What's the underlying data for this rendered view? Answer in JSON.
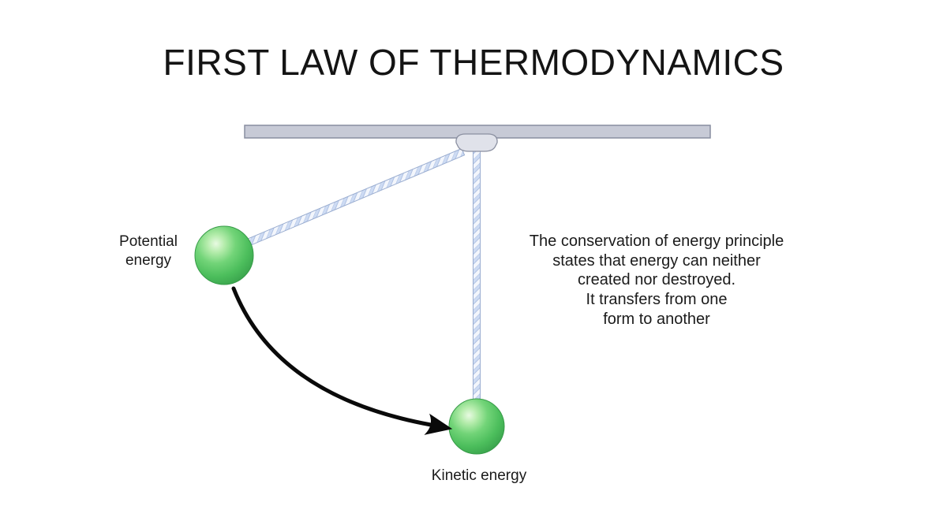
{
  "title": "FIRST LAW OF THERMODYNAMICS",
  "diagram": {
    "labels": {
      "potential": "Potential\nenergy",
      "kinetic": "Kinetic energy"
    },
    "description": "The conservation of energy principle\nstates that energy can neither\ncreated nor destroyed.\nIt transfers from one\nform to another",
    "colors": {
      "bar_fill": "#c7cad6",
      "bar_border": "#898ea0",
      "pivot_fill": "#e0e2ea",
      "pivot_border": "#8a8fa0",
      "rope_stripe": "#cddbf3",
      "rope_background": "#f3f6fc",
      "rope_edge": "#9aadd0",
      "ball_green": "#4cbe5c",
      "ball_highlight": "#e8fae2",
      "ball_dark": "#3aa44d",
      "arrow": "#0a0a0a",
      "text": "#1a1a1a"
    }
  }
}
